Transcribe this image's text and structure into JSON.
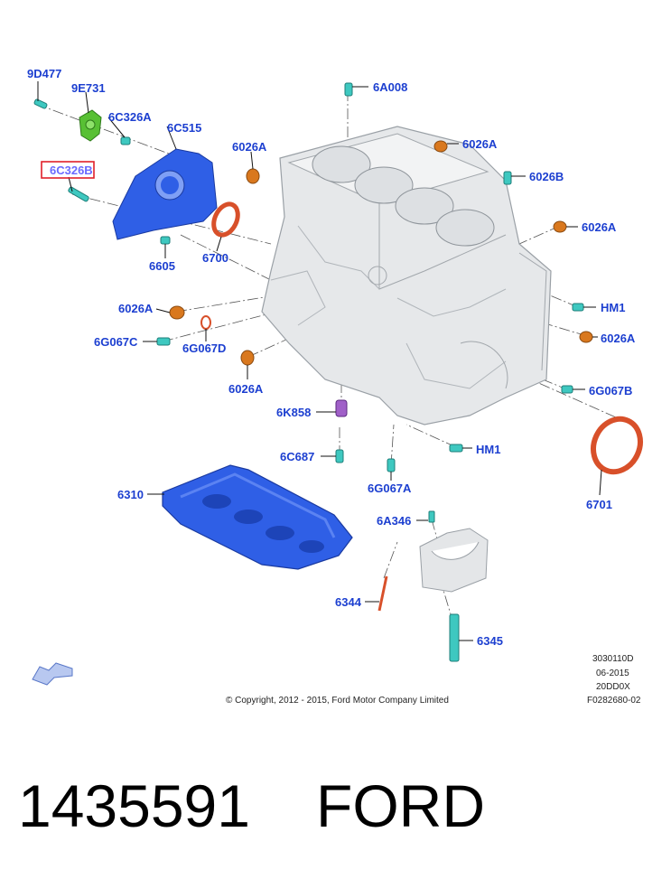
{
  "callouts": {
    "c_9D477": "9D477",
    "c_9E731": "9E731",
    "c_6C326A": "6C326A",
    "c_6C515": "6C515",
    "c_6C326B": "6C326B",
    "c_6605": "6605",
    "c_6700": "6700",
    "c_6026A_1": "6026A",
    "c_6A008": "6A008",
    "c_6026A_2": "6026A",
    "c_6026B": "6026B",
    "c_6026A_3": "6026A",
    "c_6026A_4": "6026A",
    "c_HM1_1": "HM1",
    "c_6G067C": "6G067C",
    "c_6G067D": "6G067D",
    "c_6026A_5": "6026A",
    "c_6026A_6": "6026A",
    "c_6G067B": "6G067B",
    "c_6K858": "6K858",
    "c_HM1_2": "HM1",
    "c_6C687": "6C687",
    "c_6G067A": "6G067A",
    "c_6701": "6701",
    "c_6310": "6310",
    "c_6A346": "6A346",
    "c_6344": "6344",
    "c_6345": "6345"
  },
  "meta": {
    "copyright": "© Copyright, 2012 - 2015, Ford Motor Company Limited",
    "code1": "3030110D",
    "code2": "06-2015",
    "code3": "20DD0X",
    "code4": "F0282680-02"
  },
  "footer": {
    "part_number": "1435591",
    "brand": "FORD"
  },
  "colors": {
    "callout_text": "#1c3fd0",
    "highlight_box": "#e0202a",
    "plug_orange": "#d9781e",
    "seal_red": "#d8502a",
    "fastener_teal": "#3ec8c0",
    "carrier_blue": "#2f5fe6",
    "block_gray": "#e4e6e8",
    "pump_green": "#58c034",
    "sensor_purple": "#a060c8"
  }
}
